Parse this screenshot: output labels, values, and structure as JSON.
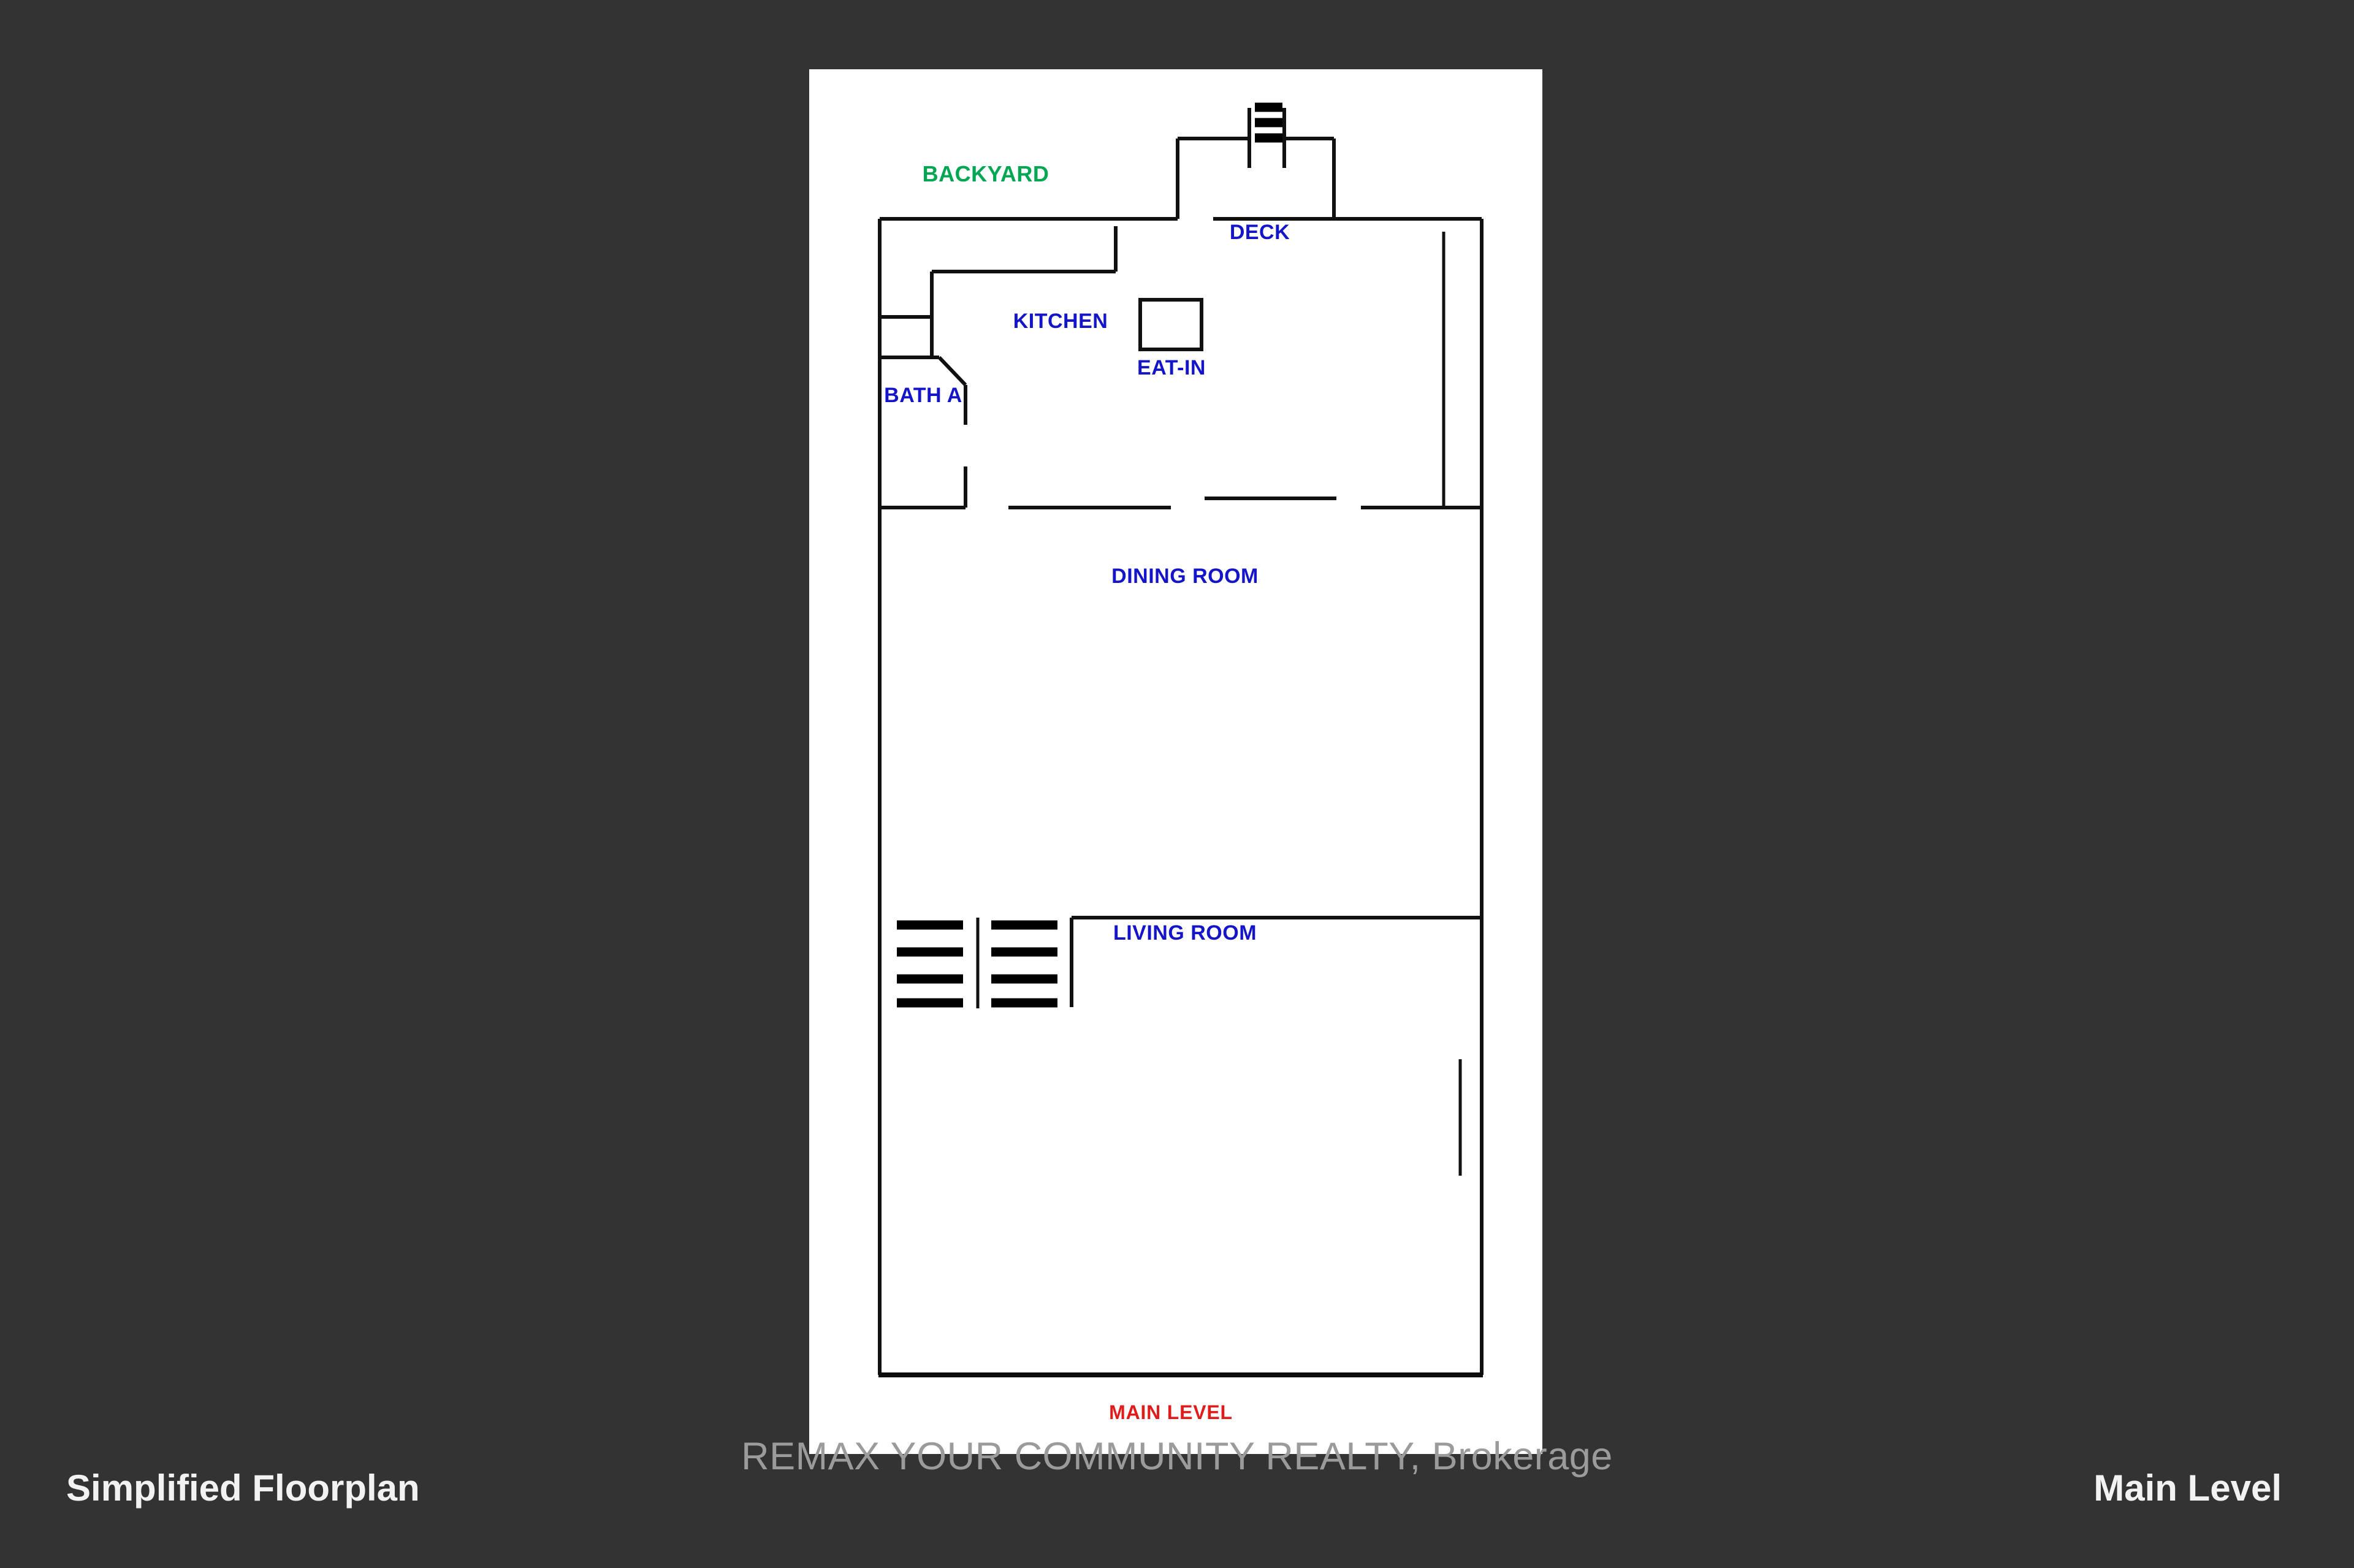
{
  "page": {
    "background_color": "#333333",
    "canvas_color": "#ffffff"
  },
  "captions": {
    "left": "Simplified Floorplan",
    "right": "Main Level"
  },
  "watermark": {
    "text": "REMAX YOUR COMMUNITY REALTY, Brokerage",
    "color": "#9b9b9b"
  },
  "plan": {
    "level_label": "MAIN LEVEL",
    "level_label_color": "#e01b1b",
    "room_label_color": "#1414c8",
    "yard_label_color": "#00a651",
    "wall_color": "#111111",
    "labels": {
      "backyard": "BACKYARD",
      "deck": "DECK",
      "kitchen": "KITCHEN",
      "eat_in": "EAT-IN",
      "bath_a": "BATH A",
      "dining_room": "DINING ROOM",
      "living_room": "LIVING ROOM"
    },
    "rooms": [
      {
        "name": "BACKYARD",
        "type": "exterior",
        "color": "#00a651"
      },
      {
        "name": "DECK",
        "type": "exterior-structure",
        "color": "#1414c8"
      },
      {
        "name": "KITCHEN",
        "type": "interior",
        "color": "#1414c8"
      },
      {
        "name": "EAT-IN",
        "type": "interior",
        "color": "#1414c8"
      },
      {
        "name": "BATH A",
        "type": "interior",
        "color": "#1414c8"
      },
      {
        "name": "DINING ROOM",
        "type": "interior",
        "color": "#1414c8"
      },
      {
        "name": "LIVING ROOM",
        "type": "interior",
        "color": "#1414c8"
      }
    ],
    "features": [
      {
        "name": "deck-stairs",
        "treads": 3
      },
      {
        "name": "interior-stairs",
        "treads": 4,
        "flights": 2
      },
      {
        "name": "eat-in-table",
        "shape": "rectangle"
      },
      {
        "name": "living-room-window",
        "wall": "east"
      },
      {
        "name": "kitchen-window",
        "wall": "east"
      }
    ]
  }
}
